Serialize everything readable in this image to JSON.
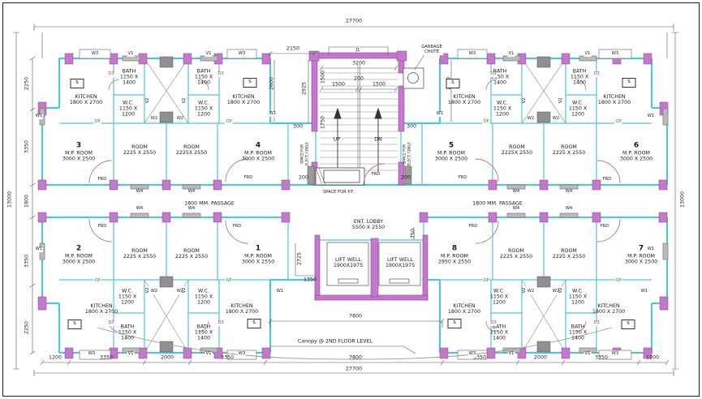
{
  "dims": {
    "total_w": "27700",
    "total_h": "13000",
    "left": [
      "2250",
      "3350",
      "1800",
      "3350",
      "2250"
    ],
    "bottom": [
      "1200",
      "3350",
      "2000",
      "3350",
      "7800",
      "3350",
      "2000",
      "3350",
      "1200"
    ],
    "canopy_w": "7800",
    "stair_offset": "2150",
    "stair_w": "3200",
    "tread": "200",
    "half": "1500",
    "stair_d": "2925",
    "landing": "1500",
    "flight": "1750",
    "gap": "300",
    "kitchen_d": "2600",
    "pf_gap": "200",
    "lobby_d": "750",
    "lift_s": "2725",
    "lift_f": "1350"
  },
  "core": {
    "up": "UP",
    "dn": "DN",
    "j1": "J1",
    "garbage_1": "GARBAGE",
    "garbage_2": "CHUTE",
    "space_1": "SPACE FOR",
    "space_2": "ELECT. CABLE",
    "space_pf": "SPACE FOR P.F.",
    "lobby_name": "ENT. LOBBY",
    "lobby_size": "5500 X 2550",
    "lift_name": "LIFT WELL",
    "lift_size": "1900X1975",
    "passage": "1800 MM. PASSAGE",
    "canopy": "Canopy @ 2ND FLOOR LEVEL"
  },
  "rooms": {
    "kitchen": {
      "name": "KITCHEN",
      "size": "1800 X 2700"
    },
    "bath": {
      "name": "BATH",
      "l1": "1150 X",
      "l2": "1400"
    },
    "wc": {
      "name": "W.C.",
      "l1": "1150 X",
      "l2": "1200"
    },
    "room": {
      "name": "ROOM",
      "size": "2225 X 2550"
    },
    "room_alt": {
      "name": "ROOM",
      "size": "2225X 2550"
    }
  },
  "flats": [
    {
      "no": "3",
      "type": "M.P. ROOM",
      "size": "3000 X 2500"
    },
    {
      "no": "4",
      "type": "M.P. ROOM",
      "size": "3000 X 2500"
    },
    {
      "no": "5",
      "type": "M.P. ROOM",
      "size": "3000 X 2500"
    },
    {
      "no": "6",
      "type": "M.P. ROOM",
      "size": "3000 X 2500"
    },
    {
      "no": "2",
      "type": "M.P. ROOM",
      "size": "3000 X 2500"
    },
    {
      "no": "1",
      "type": "M.P. ROOM",
      "size": "3000 X 2550"
    },
    {
      "no": "8",
      "type": "M.P. ROOM",
      "size": "2950 X 2550"
    },
    {
      "no": "7",
      "type": "M.P. ROOM",
      "size": "3000 X 2500"
    }
  ],
  "tags": {
    "w1": "W1",
    "w2": "W2",
    "w3": "W3",
    "w4": "W4",
    "v1": "V1",
    "v2": "V2",
    "d3": "D3",
    "op": "OP",
    "frd": "FRD",
    "s": "S"
  }
}
